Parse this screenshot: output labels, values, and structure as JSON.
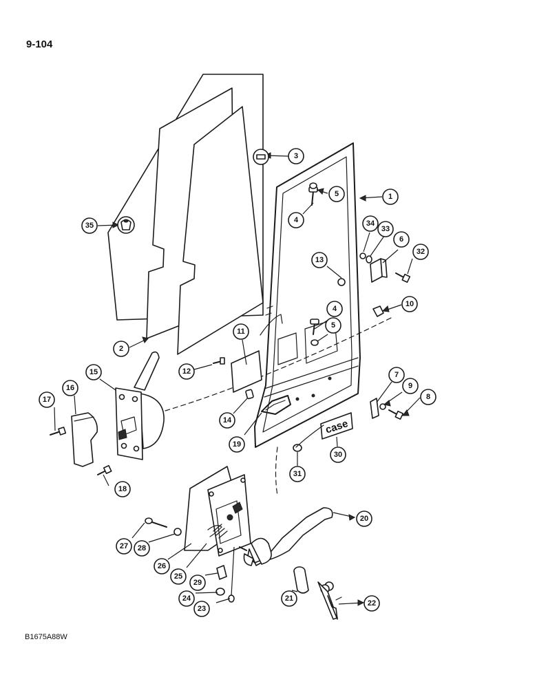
{
  "page_number": "9-104",
  "figure_code": "B1675A88W",
  "logo_text": "case",
  "callouts": [
    "1",
    "2",
    "3",
    "4",
    "4",
    "5",
    "5",
    "6",
    "7",
    "8",
    "9",
    "10",
    "11",
    "12",
    "13",
    "14",
    "15",
    "16",
    "17",
    "18",
    "19",
    "20",
    "21",
    "22",
    "23",
    "24",
    "25",
    "26",
    "27",
    "28",
    "29",
    "30",
    "31",
    "32",
    "33",
    "34",
    "35"
  ]
}
